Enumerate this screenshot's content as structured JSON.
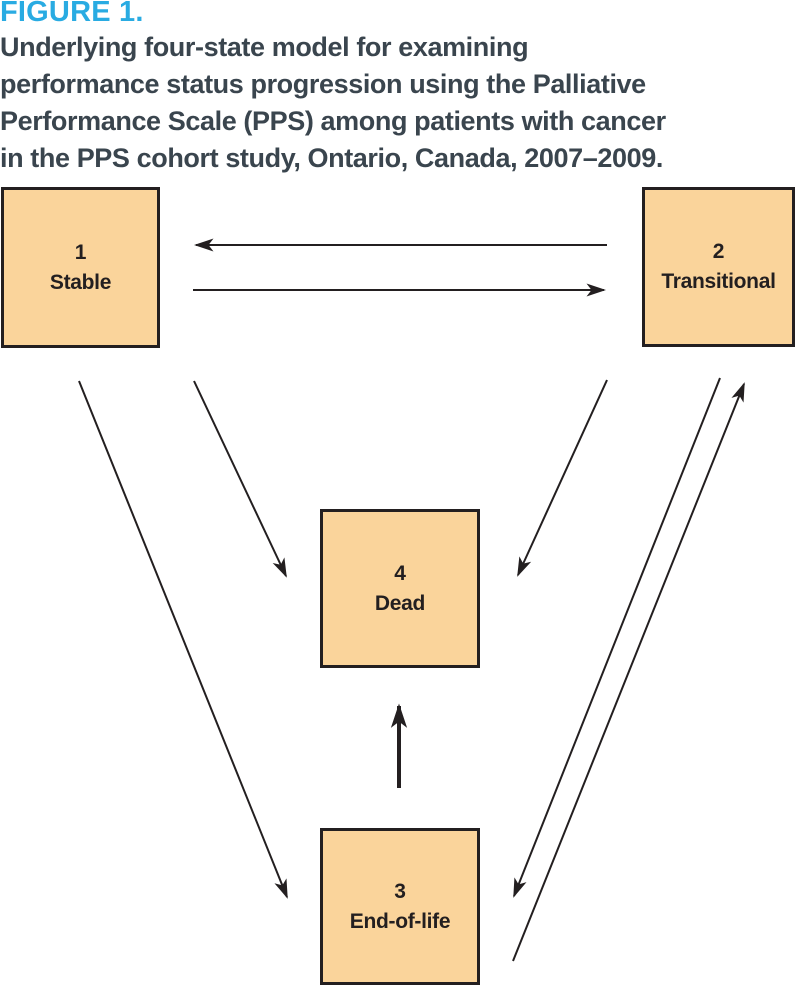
{
  "figure": {
    "label": "FIGURE 1.",
    "title_lines": [
      "Underlying four-state model for examining",
      "performance status progression using the Palliative",
      "Performance Scale (PPS) among patients with cancer",
      "in the PPS cohort study, Ontario, Canada, 2007–2009."
    ]
  },
  "diagram": {
    "states": {
      "stable": {
        "number": "1",
        "label": "Stable"
      },
      "transitional": {
        "number": "2",
        "label": "Transitional"
      },
      "end_of_life": {
        "number": "3",
        "label": "End-of-life"
      },
      "dead": {
        "number": "4",
        "label": "Dead"
      }
    },
    "transitions": [
      {
        "from": "Transitional",
        "to": "Stable"
      },
      {
        "from": "Stable",
        "to": "Transitional"
      },
      {
        "from": "Stable",
        "to": "Dead"
      },
      {
        "from": "Transitional",
        "to": "Dead"
      },
      {
        "from": "Stable",
        "to": "End-of-life"
      },
      {
        "from": "Transitional",
        "to": "End-of-life"
      },
      {
        "from": "End-of-life",
        "to": "Transitional"
      },
      {
        "from": "End-of-life",
        "to": "Dead"
      }
    ]
  },
  "colors": {
    "figure_label": "#29ABE2",
    "title_text": "#3A454E",
    "box_fill": "#FAD49B",
    "box_border": "#231F20",
    "arrow": "#231F20"
  }
}
